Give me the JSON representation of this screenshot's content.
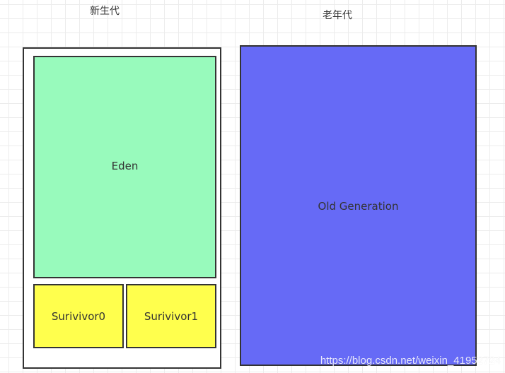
{
  "labels": {
    "young_generation": "新生代",
    "old_generation": "老年代"
  },
  "regions": {
    "eden": "Eden",
    "survivor0": "Surivivor0",
    "survivor1": "Surivivor1",
    "old": "Old Generation"
  },
  "watermark": "https://blog.csdn.net/weixin_41952724",
  "colors": {
    "eden": "#98fabc",
    "survivor": "#ffff4d",
    "old": "#666af6",
    "border": "#333333",
    "young_container": "#ffffff"
  }
}
